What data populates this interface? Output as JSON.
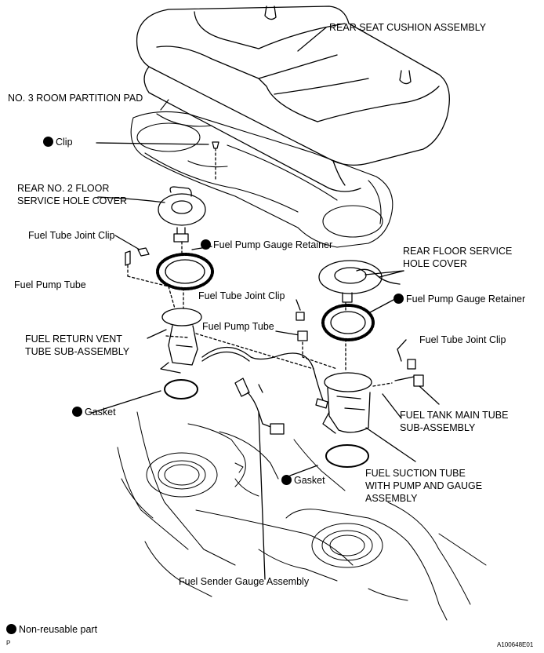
{
  "labels": {
    "rear_seat_cushion": "REAR SEAT CUSHION ASSEMBLY",
    "partition_pad": "NO. 3 ROOM PARTITION PAD",
    "clip": "Clip",
    "rear_no2_cover_1": "REAR NO. 2 FLOOR",
    "rear_no2_cover_2": "SERVICE HOLE COVER",
    "joint_clip_left": "Fuel Tube Joint Clip",
    "retainer_left": "Fuel Pump Gauge Retainer",
    "pump_tube_left": "Fuel Pump Tube",
    "rear_floor_cover_1": "REAR FLOOR SERVICE",
    "rear_floor_cover_2": "HOLE COVER",
    "joint_clip_mid": "Fuel Tube Joint Clip",
    "retainer_right": "Fuel Pump Gauge Retainer",
    "pump_tube_mid": "Fuel Pump Tube",
    "return_vent_1": "FUEL RETURN VENT",
    "return_vent_2": "TUBE SUB-ASSEMBLY",
    "joint_clip_right": "Fuel Tube Joint Clip",
    "gasket_left": "Gasket",
    "main_tube_1": "FUEL TANK MAIN TUBE",
    "main_tube_2": "SUB-ASSEMBLY",
    "gasket_right": "Gasket",
    "suction_1": "FUEL SUCTION TUBE",
    "suction_2": "WITH PUMP AND GAUGE",
    "suction_3": "ASSEMBLY",
    "sender_gauge": "Fuel Sender Gauge Assembly",
    "legend": "Non-reusable part",
    "p_mark": "P",
    "figure_code": "A100648E01"
  }
}
